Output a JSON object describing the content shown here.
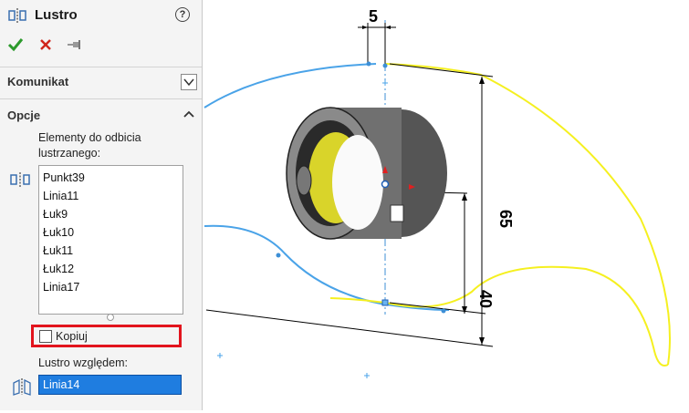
{
  "header": {
    "title": "Lustro",
    "help_label": "?"
  },
  "actions": {
    "ok_icon": "checkmark-icon",
    "cancel_icon": "close-icon",
    "pin_icon": "pushpin-icon"
  },
  "sections": {
    "message": {
      "label": "Komunikat"
    },
    "options": {
      "label": "Opcje"
    }
  },
  "mirror_entities": {
    "label_line1": "Elementy do odbicia",
    "label_line2": "lustrzanego:",
    "items": [
      "Punkt39",
      "Linia11",
      "Łuk9",
      "Łuk10",
      "Łuk11",
      "Łuk12",
      "Linia17"
    ]
  },
  "copy": {
    "label": "Kopiuj",
    "checked": false
  },
  "mirror_about": {
    "label": "Lustro względem:",
    "value": "Linia14"
  },
  "dimensions": {
    "d5": "5",
    "d65": "65",
    "d40": "40"
  },
  "colors": {
    "sketch_blue": "#4aa3e8",
    "sketch_yellow": "#f5f020",
    "selection_blue": "#1f7de0",
    "highlight_red": "#e2141d"
  }
}
